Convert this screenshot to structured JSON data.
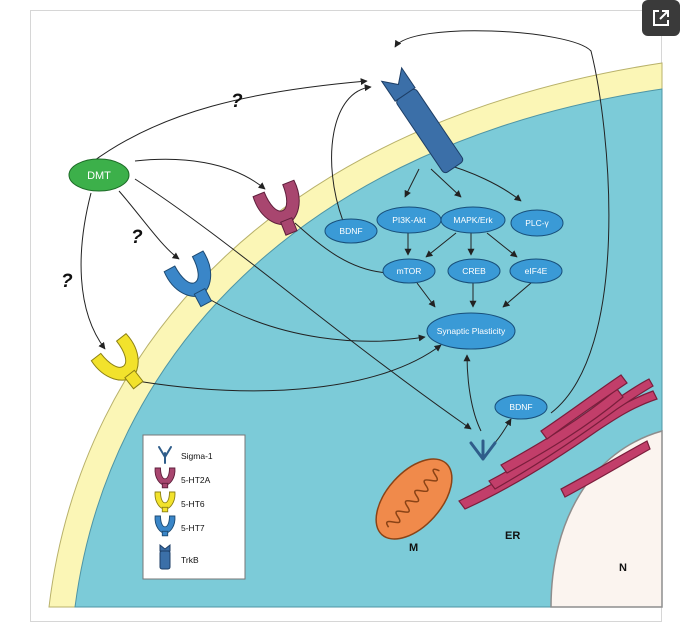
{
  "diagram": {
    "labels": {
      "dmt": "DMT",
      "bdnf_left": "BDNF",
      "pi3k": "PI3K-Akt",
      "mapk": "MAPK/Erk",
      "plc": "PLC-γ",
      "mtor": "mTOR",
      "creb": "CREB",
      "eif4e": "eIF4E",
      "synaptic": "Synaptic Plasticity",
      "bdnf_right": "BDNF",
      "er": "ER",
      "m": "M",
      "n": "N",
      "question_mark": "?"
    },
    "legend": [
      {
        "label": "Sigma-1",
        "icon": "sigma-1-receptor-icon"
      },
      {
        "label": "5-HT2A",
        "icon": "5ht2a-receptor-icon"
      },
      {
        "label": "5-HT6",
        "icon": "5ht6-receptor-icon"
      },
      {
        "label": "5-HT7",
        "icon": "5ht7-receptor-icon"
      },
      {
        "label": "TrkB",
        "icon": "trkb-receptor-icon"
      }
    ],
    "colors": {
      "cell_interior": "#7ccbd8",
      "membrane": "#fbf6b6",
      "node_fill": "#3a9ad6",
      "dmt_fill": "#3cb04a",
      "trkb": "#3b6fa8",
      "ht2a": "#a8466f",
      "ht6": "#f2e22c",
      "ht7": "#3a86c8",
      "mitochondrion": "#f08a4b",
      "er": "#c23e6a"
    }
  },
  "ui": {
    "open_external_icon": "open-external-icon"
  }
}
